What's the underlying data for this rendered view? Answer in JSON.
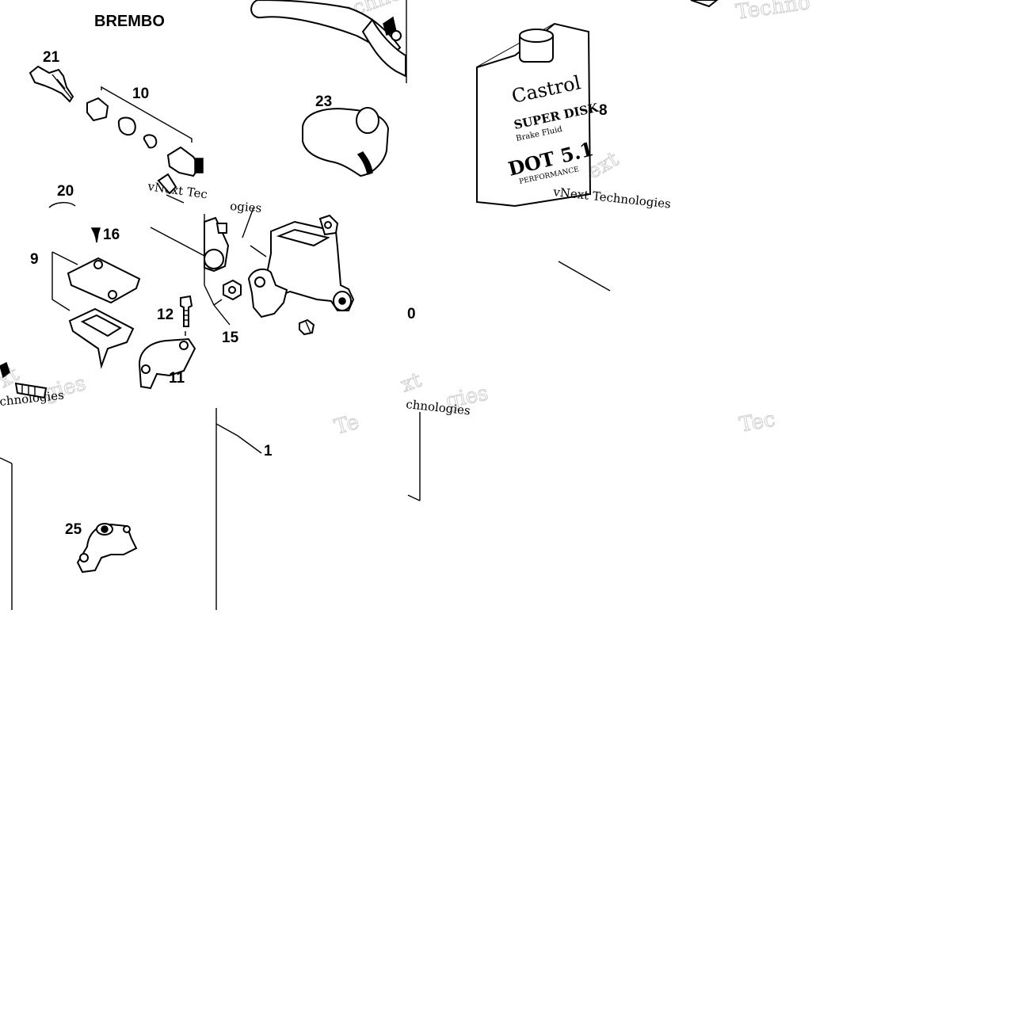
{
  "brand_label": "BREMBO",
  "callouts": {
    "c21": "21",
    "c10": "10",
    "c23": "23",
    "c8": "8",
    "c20": "20",
    "c16": "16",
    "c9": "9",
    "c12": "12",
    "c15": "15",
    "c0": "0",
    "c11": "11",
    "c1": "1",
    "c25": "25"
  },
  "fluid_can": {
    "brand": "Castrol",
    "line1": "SUPER DISK",
    "line2": "Brake Fluid",
    "line3": "DOT 5.1",
    "line4": "PERFORMANCE"
  },
  "watermarks": {
    "wm1": "vNext Tec",
    "wm2": "vNext Technologies",
    "wm3": "ogies",
    "wm4": "chnologies",
    "wm5": "chnologies",
    "ghost1": "Techno",
    "ghost2": "Techno",
    "ghost3": "vNext",
    "ghost4": "xt",
    "ghost5": "gies",
    "ghost6": "xt",
    "ghost7": "gies",
    "ghost8": "Te",
    "ghost9": "Tec"
  }
}
